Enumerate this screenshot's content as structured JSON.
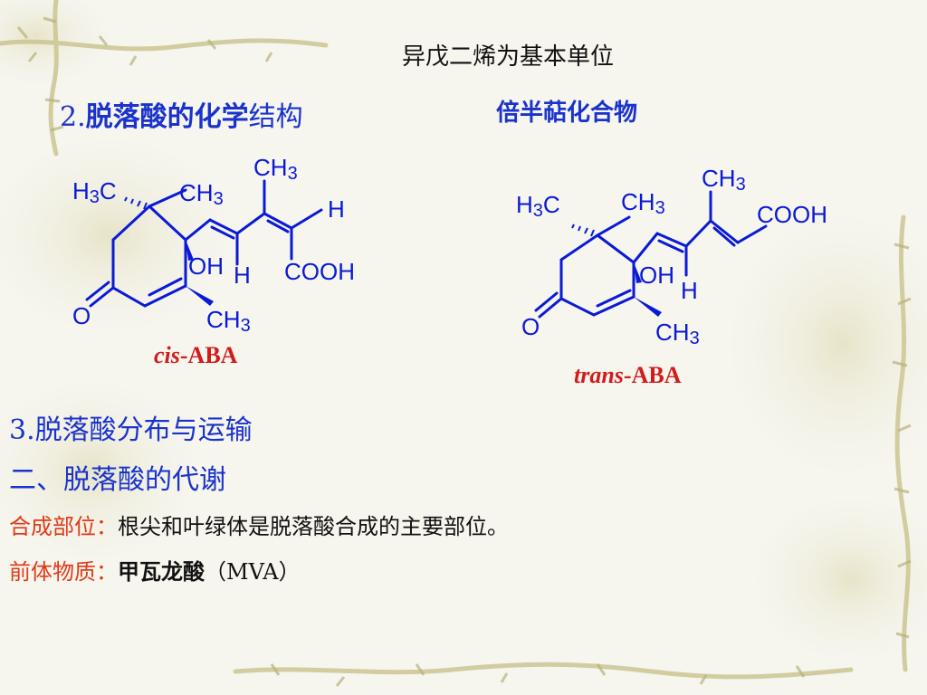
{
  "header": {
    "title": "异戊二烯为基本单位",
    "subtitle": "倍半萜化合物"
  },
  "section2": {
    "number": "2.",
    "title_bold": "脱落酸的化学",
    "title_rest": "结构"
  },
  "structures": {
    "cis": {
      "label_italic": "cis",
      "label_rest": "-ABA",
      "atoms": {
        "h3c": "H3C",
        "ch3_gem": "CH3",
        "ch3_top": "CH3",
        "h_right": "H",
        "oh": "OH",
        "h_bottom": "H",
        "cooh": "COOH",
        "o": "O",
        "ch3_ring": "CH3"
      }
    },
    "trans": {
      "label_italic": "trans",
      "label_rest": "-ABA",
      "atoms": {
        "h3c": "H3C",
        "ch3_gem": "CH3",
        "ch3_top": "CH3",
        "cooh": "COOH",
        "oh": "OH",
        "h_bottom": "H",
        "o": "O",
        "ch3_ring": "CH3"
      }
    }
  },
  "section3": {
    "text": "3.脱落酸分布与运输"
  },
  "section_metab": {
    "text": "二、脱落酸的代谢"
  },
  "synthesis": {
    "label": "合成部位：",
    "text": "根尖和叶绿体是脱落酸合成的主要部位。"
  },
  "precursor": {
    "label": "前体物质：",
    "bold": "甲瓦龙酸",
    "rest": "（MVA）"
  },
  "colors": {
    "blue": "#1a33cc",
    "red": "#e03a17",
    "bond": "#0a1ad6"
  }
}
